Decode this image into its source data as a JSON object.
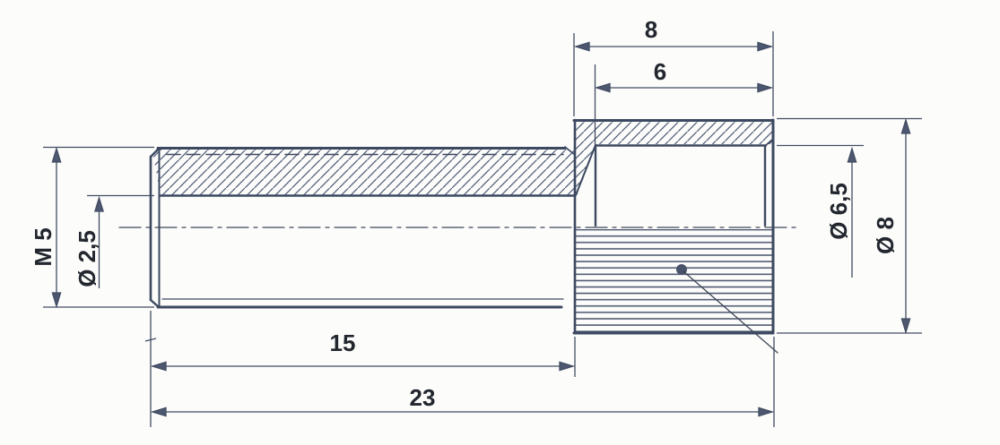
{
  "drawing": {
    "labels": {
      "head_length": "8",
      "counterbore_depth": "6",
      "thread": "M 5",
      "bore_diameter": "Ø 2,5",
      "counterbore_diameter": "Ø 6,5",
      "head_diameter": "Ø 8",
      "thread_length": "15",
      "overall_length": "23"
    },
    "colors": {
      "ink": "#3d4961",
      "hatch": "#54607a",
      "dimension": "#414c63",
      "text": "#22262e",
      "paper": "#fcfcfa"
    }
  }
}
